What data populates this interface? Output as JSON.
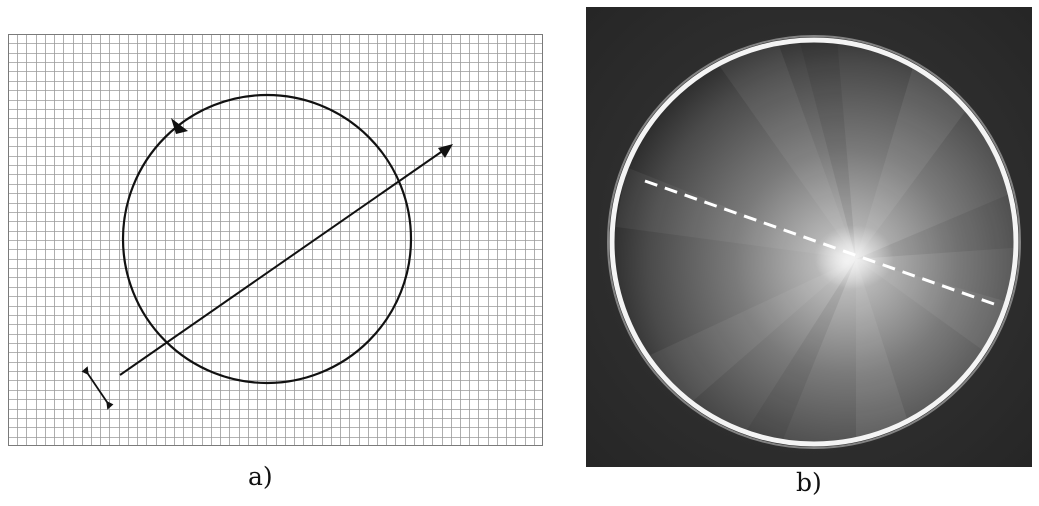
{
  "figure": {
    "panels": [
      {
        "label": "a)",
        "content": "grid-with-circle-and-arrows",
        "colors": {
          "grid": "#9a9a9a",
          "stroke": "#111111",
          "background": "#ffffff"
        }
      },
      {
        "label": "b)",
        "content": "reconstructed-circular-image",
        "colors": {
          "background": "#2e2e2e",
          "ring": "#f2f2f2",
          "dashed_line": "#ffffff"
        }
      }
    ]
  }
}
